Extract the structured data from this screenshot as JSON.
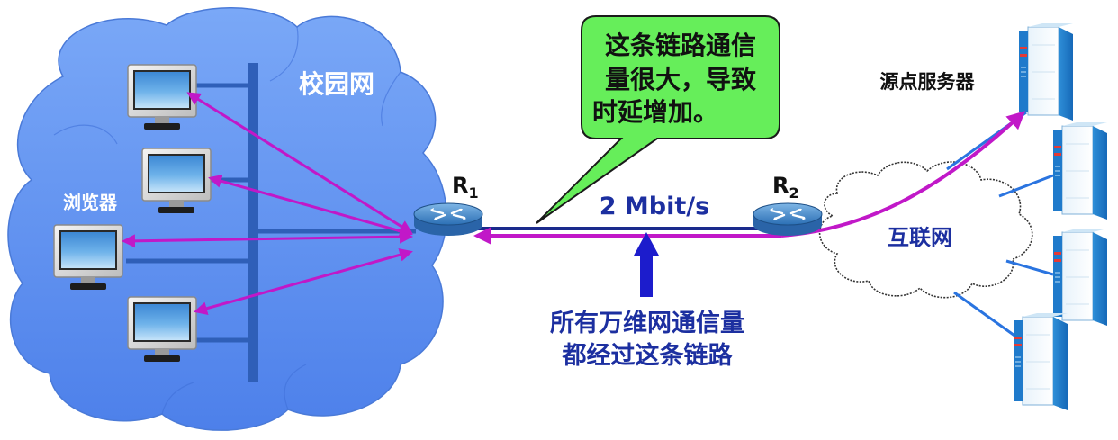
{
  "labels": {
    "campus_network": "校园网",
    "browsers": "浏览器",
    "router1_main": "R",
    "router1_sub": "1",
    "router2_main": "R",
    "router2_sub": "2",
    "bandwidth": "2 Mbit/s",
    "internet": "互联网",
    "origin_servers": "源点服务器",
    "callout_line1": "这条链路通信",
    "callout_line2": "量很大，导致",
    "callout_line3": "时延增加。",
    "note_line1": "所有万维网通信量",
    "note_line2": "都经过这条链路"
  },
  "icons": {
    "computer": "desktop-computer-icon",
    "router": "router-icon",
    "server": "server-tower-icon",
    "campus_cloud": "cloud-shape",
    "internet_cloud": "cloud-shape"
  },
  "colors": {
    "campus_cloud": "#5b8ff0",
    "campus_cloud_dark": "#3a6ad6",
    "bus": "#2f5fb8",
    "traffic_arrow": "#c118c8",
    "link_line": "#1a2a8c",
    "note_arrow": "#1c1ccc",
    "callout_fill": "#66ee5a",
    "callout_border": "#1a1a1a",
    "server_link": "#2a74e0",
    "text_blue": "#1c2fa0",
    "text_white": "#ffffff",
    "text_black": "#111111"
  }
}
